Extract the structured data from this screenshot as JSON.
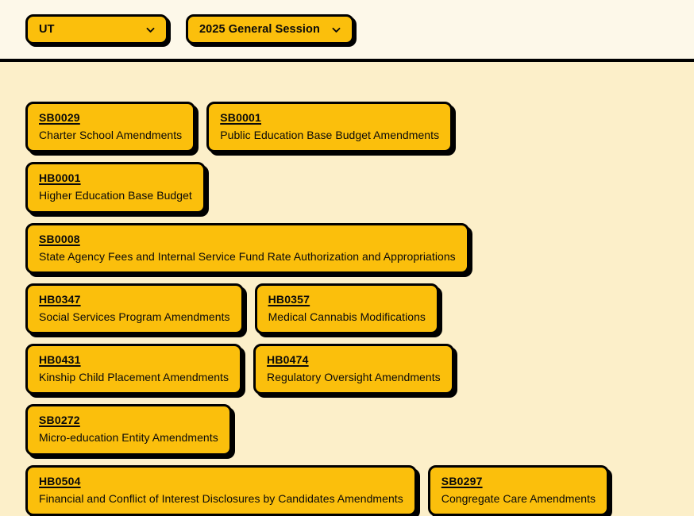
{
  "filter_bar": {
    "state_select": {
      "value": "UT",
      "icon": "chevron-down-icon"
    },
    "session_select": {
      "value": "2025 General Session",
      "icon": "chevron-down-icon"
    }
  },
  "colors": {
    "accent": "#FBBF0C",
    "header_background": "#FDF8E9",
    "page_background": "#FCEFC9",
    "border": "#000000",
    "text": "#0A0A0A"
  },
  "bill_rows": [
    [
      {
        "id": "SB0029",
        "title": "Charter School Amendments"
      },
      {
        "id": "SB0001",
        "title": "Public Education Base Budget Amendments"
      }
    ],
    [
      {
        "id": "HB0001",
        "title": "Higher Education Base Budget"
      }
    ],
    [
      {
        "id": "SB0008",
        "title": "State Agency Fees and Internal Service Fund Rate Authorization and Appropriations"
      }
    ],
    [
      {
        "id": "HB0347",
        "title": "Social Services Program Amendments"
      },
      {
        "id": "HB0357",
        "title": "Medical Cannabis Modifications"
      }
    ],
    [
      {
        "id": "HB0431",
        "title": "Kinship Child Placement Amendments"
      },
      {
        "id": "HB0474",
        "title": "Regulatory Oversight Amendments"
      }
    ],
    [
      {
        "id": "SB0272",
        "title": "Micro-education Entity Amendments"
      }
    ],
    [
      {
        "id": "HB0504",
        "title": "Financial and Conflict of Interest Disclosures by Candidates Amendments"
      },
      {
        "id": "SB0297",
        "title": "Congregate Care Amendments"
      }
    ]
  ]
}
